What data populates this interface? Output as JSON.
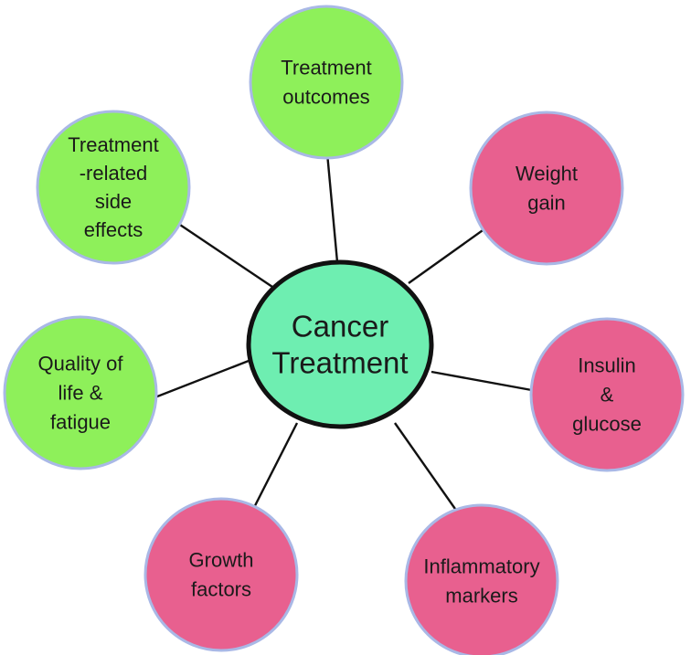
{
  "colors": {
    "outcome_fill": "#8ef05a",
    "marker_fill": "#e8608f",
    "center_fill": "#6eeeb1",
    "outer_stroke": "#a9b8e6",
    "center_stroke": "#111111",
    "arrow": "#111111"
  },
  "center": {
    "label_lines": [
      "Cancer",
      "Treatment"
    ]
  },
  "nodes": [
    {
      "id": "treatment-outcomes",
      "label_lines": [
        "Treatment",
        "outcomes"
      ],
      "category": "outcome"
    },
    {
      "id": "weight-gain",
      "label_lines": [
        "Weight",
        "gain"
      ],
      "category": "marker"
    },
    {
      "id": "insulin-glucose",
      "label_lines": [
        "Insulin",
        "&",
        "glucose"
      ],
      "category": "marker"
    },
    {
      "id": "inflammatory-markers",
      "label_lines": [
        "Inflammatory",
        "markers"
      ],
      "category": "marker"
    },
    {
      "id": "growth-factors",
      "label_lines": [
        "Growth",
        "factors"
      ],
      "category": "marker"
    },
    {
      "id": "quality-of-life-fatigue",
      "label_lines": [
        "Quality of",
        "life &",
        "fatigue"
      ],
      "category": "outcome"
    },
    {
      "id": "treatment-related-side-effects",
      "label_lines": [
        "Treatment",
        "-related",
        "side",
        "effects"
      ],
      "category": "outcome"
    }
  ]
}
